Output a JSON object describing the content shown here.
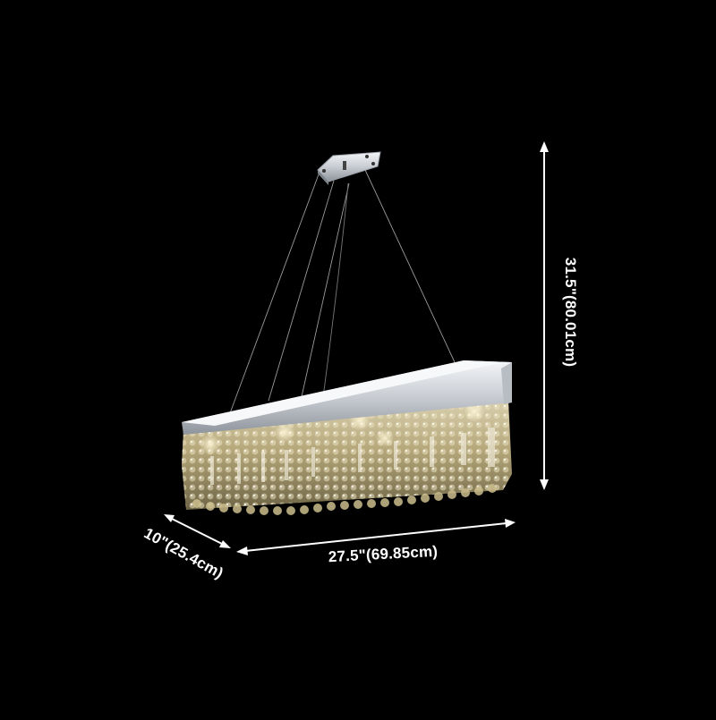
{
  "product": {
    "subject": "Rectangular crystal pendant chandelier with chrome frame and canopy",
    "background_color": "#000000",
    "frame_color": "#d9dce0",
    "crystal_tint": "#c9b98a"
  },
  "dimensions": {
    "height_label": "31.5\"(80.01cm)",
    "length_label": "27.5\"(69.85cm)",
    "depth_label": "10\"(25.4cm)"
  },
  "annotation_color": "#ffffff"
}
